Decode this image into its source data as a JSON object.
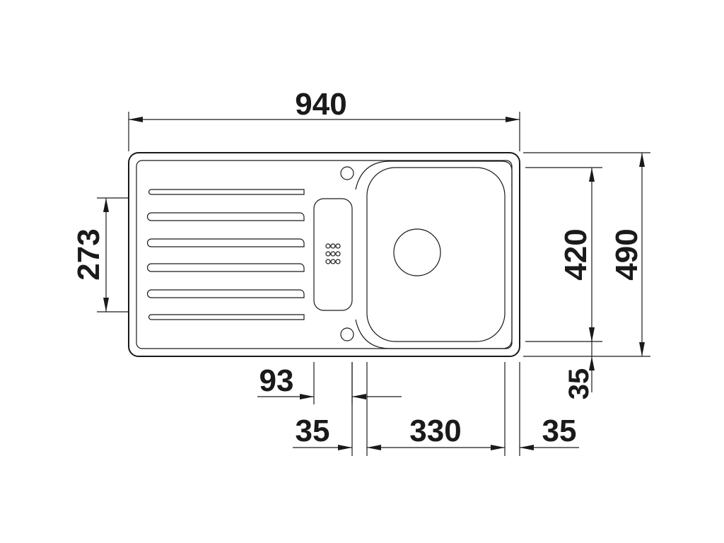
{
  "dimensions": {
    "overall_width": "940",
    "overall_depth": "490",
    "bowl_depth": "420",
    "drainer_depth": "273",
    "bowl_front_offset": "35",
    "overflow_offset": "93",
    "left_margin": "35",
    "bowl_width": "330",
    "right_margin": "35"
  },
  "colors": {
    "line": "#1a1a1a",
    "background": "#ffffff"
  }
}
